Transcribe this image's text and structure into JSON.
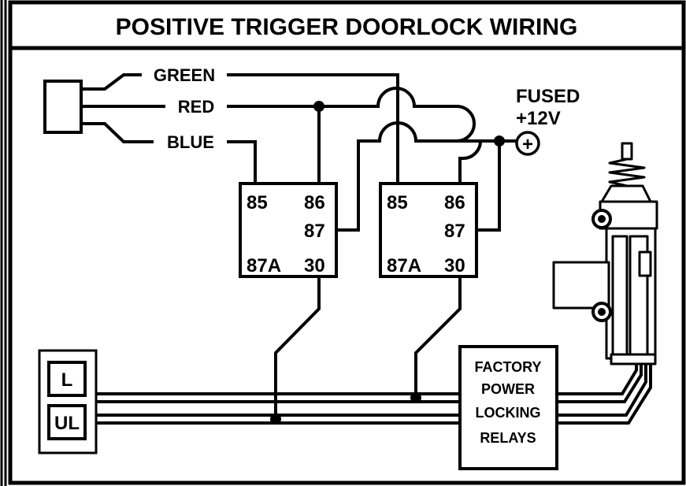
{
  "title": "POSITIVE TRIGGER DOORLOCK WIRING",
  "wires": {
    "green": "GREEN",
    "red": "RED",
    "blue": "BLUE"
  },
  "power": {
    "line1": "FUSED",
    "line2": "+12V",
    "terminal_symbol": "+"
  },
  "relay_1": {
    "pin_85": "85",
    "pin_86": "86",
    "pin_87": "87",
    "pin_87a": "87A",
    "pin_30": "30"
  },
  "relay_2": {
    "pin_85": "85",
    "pin_86": "86",
    "pin_87": "87",
    "pin_87a": "87A",
    "pin_30": "30"
  },
  "switch": {
    "lock": "L",
    "unlock": "UL"
  },
  "factory_relays": {
    "line1": "FACTORY",
    "line2": "POWER",
    "line3": "LOCKING",
    "line4": "RELAYS"
  },
  "colors": {
    "ink": "#000000",
    "background": "#ffffff"
  }
}
